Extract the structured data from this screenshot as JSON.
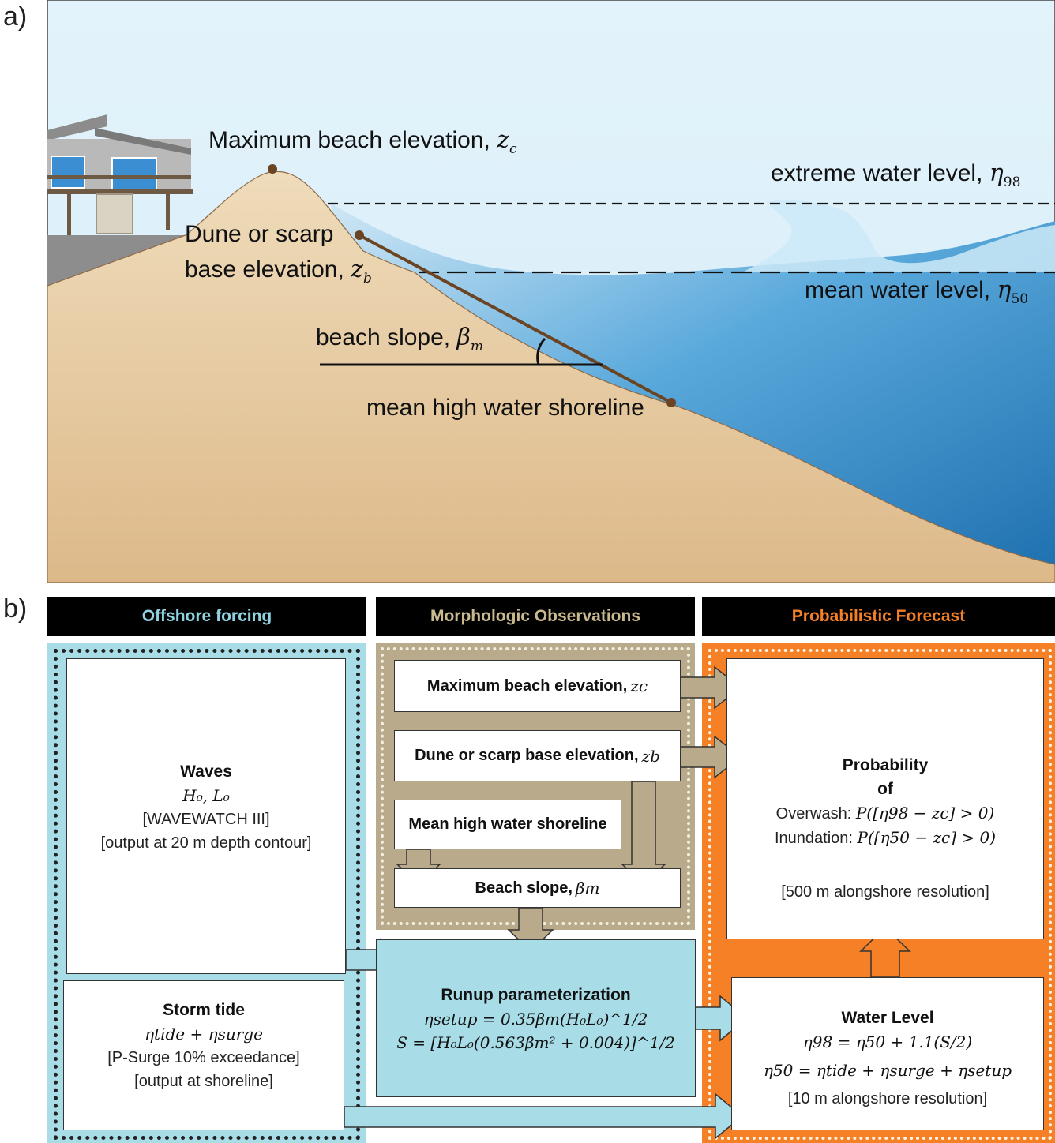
{
  "panel_a": {
    "label": "a)",
    "annotations": {
      "max_beach_text": "Maximum beach elevation, ",
      "max_beach_symbol": "z",
      "max_beach_sub": "c",
      "extreme_text": "extreme water level, ",
      "extreme_symbol": "η",
      "extreme_sub": "98",
      "dune_line1": "Dune or scarp",
      "dune_line2": "base elevation, ",
      "dune_symbol": "z",
      "dune_sub": "b",
      "mean_wl_text": "mean water level, ",
      "mean_wl_symbol": "η",
      "mean_wl_sub": "50",
      "slope_text": "beach slope, ",
      "slope_symbol": "β",
      "slope_sub": "m",
      "shoreline_text": "mean high water shoreline"
    },
    "colors": {
      "sky": "#dbeff9",
      "water": "#3c94d2",
      "sand": "#e8d0a8",
      "marker": "#6b4423"
    }
  },
  "panel_b": {
    "label": "b)",
    "headers": {
      "offshore": "Offshore forcing",
      "morphologic": "Morphologic Observations",
      "probabilistic": "Probabilistic Forecast"
    },
    "header_colors": {
      "offshore": "#8fd3e3",
      "morphologic": "#c8b98f",
      "probabilistic": "#f58026"
    },
    "waves": {
      "title": "Waves",
      "vars": "H₀, L₀",
      "model": "[WAVEWATCH III]",
      "output": "[output at 20 m depth contour]"
    },
    "storm_tide": {
      "title": "Storm tide",
      "formula": "ηtide + ηsurge",
      "model": "[P-Surge 10% exceedance]",
      "output": "[output at shoreline]"
    },
    "morph": {
      "max_elev": "Maximum beach elevation, ",
      "max_elev_sym": "zc",
      "dune": "Dune or scarp base elevation, ",
      "dune_sym": "zb",
      "shoreline": "Mean high water shoreline",
      "slope": "Beach slope, ",
      "slope_sym": "βm"
    },
    "runup": {
      "title": "Runup parameterization",
      "eq1": "ηsetup = 0.35βm(H₀L₀)^1/2",
      "eq2": "S = [H₀L₀(0.563βm² + 0.004)]^1/2"
    },
    "probability": {
      "title_line1": "Probability",
      "title_line2": "of",
      "overwash_label": "Overwash: ",
      "overwash_formula": "P([η98 − zc] > 0)",
      "inundation_label": "Inundation: ",
      "inundation_formula": "P([η50 − zc] > 0)",
      "resolution": "[500 m alongshore resolution]"
    },
    "water_level": {
      "title": "Water Level",
      "eq1": "η98 = η50 + 1.1(S/2)",
      "eq2": "η50 = ηtide + ηsurge + ηsetup",
      "resolution": "[10 m alongshore resolution]"
    }
  }
}
